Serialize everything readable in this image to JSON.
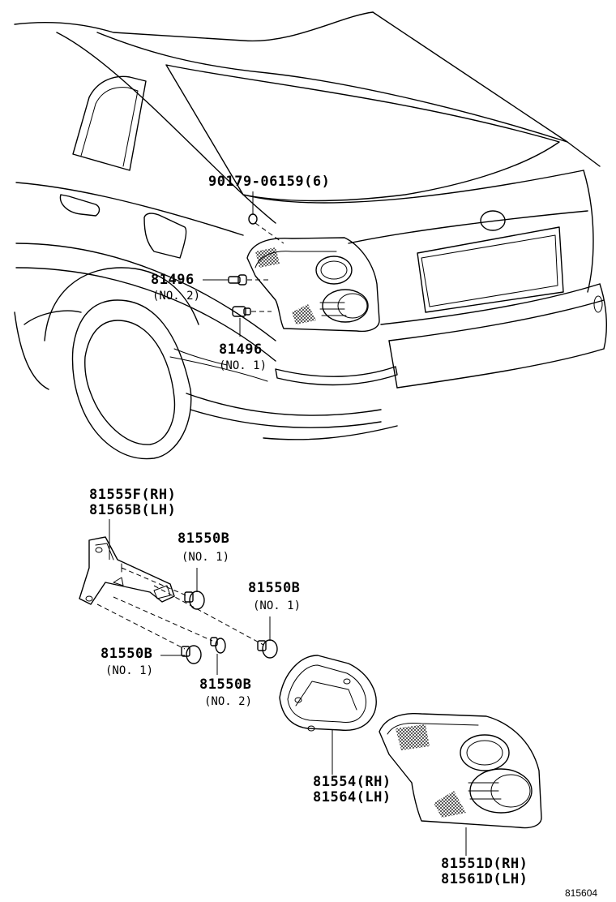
{
  "parts": {
    "screw": {
      "number": "90179-06159",
      "qty": "(6)"
    },
    "bulb_upper": {
      "number": "81496",
      "note": "(NO. 2)"
    },
    "bulb_lower": {
      "number": "81496",
      "note": "(NO. 1)"
    },
    "socket_plate": {
      "number_rh": "81555F(RH)",
      "number_lh": "81565B(LH)"
    },
    "bulb_a": {
      "number": "81550B",
      "note": "(NO. 1)"
    },
    "bulb_b": {
      "number": "81550B",
      "note": "(NO. 1)"
    },
    "bulb_c": {
      "number": "81550B",
      "note": "(NO. 1)"
    },
    "bulb_d": {
      "number": "81550B",
      "note": "(NO. 2)"
    },
    "gasket": {
      "number_rh": "81554(RH)",
      "number_lh": "81564(LH)"
    },
    "lamp_assy": {
      "number_rh": "81551D(RH)",
      "number_lh": "81561D(LH)"
    }
  },
  "figure_code": "815604"
}
